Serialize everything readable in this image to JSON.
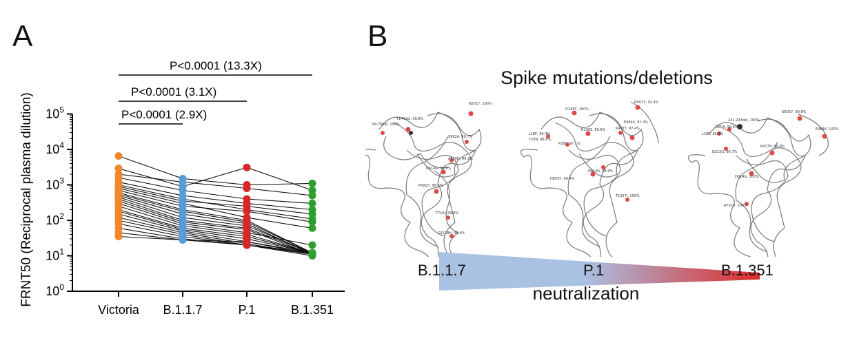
{
  "panels": {
    "a": "A",
    "b": "B"
  },
  "chart_data": {
    "type": "line",
    "ylabel": "FRNT50 (Reciprocal plasma dilution)",
    "yscale": "log",
    "ylim": [
      1,
      100000
    ],
    "yticks": [
      {
        "value": 1,
        "base": "10",
        "exp": "0"
      },
      {
        "value": 10,
        "base": "10",
        "exp": "1"
      },
      {
        "value": 100,
        "base": "10",
        "exp": "2"
      },
      {
        "value": 1000,
        "base": "10",
        "exp": "3"
      },
      {
        "value": 10000,
        "base": "10",
        "exp": "4"
      },
      {
        "value": 100000,
        "base": "10",
        "exp": "5"
      }
    ],
    "categories": [
      "Victoria",
      "B.1.1.7",
      "P.1",
      "B.1.351"
    ],
    "colors": [
      "#f0872a",
      "#5b9bd5",
      "#d62728",
      "#2ca02c"
    ],
    "subjects": [
      [
        6500,
        1500,
        1000,
        1100
      ],
      [
        2900,
        900,
        3100,
        700
      ],
      [
        2000,
        1200,
        800,
        500
      ],
      [
        1600,
        700,
        400,
        300
      ],
      [
        1200,
        500,
        300,
        200
      ],
      [
        1000,
        400,
        200,
        110
      ],
      [
        900,
        350,
        250,
        150
      ],
      [
        800,
        300,
        120,
        60
      ],
      [
        700,
        250,
        180,
        90
      ],
      [
        600,
        200,
        100,
        12
      ],
      [
        550,
        180,
        90,
        12
      ],
      [
        500,
        150,
        80,
        11
      ],
      [
        450,
        120,
        70,
        12
      ],
      [
        400,
        100,
        60,
        12
      ],
      [
        350,
        90,
        55,
        11
      ],
      [
        300,
        80,
        45,
        20
      ],
      [
        250,
        70,
        40,
        12
      ],
      [
        200,
        60,
        35,
        12
      ],
      [
        180,
        55,
        30,
        12
      ],
      [
        150,
        50,
        25,
        12
      ],
      [
        120,
        45,
        22,
        11
      ],
      [
        100,
        40,
        20,
        12
      ],
      [
        80,
        35,
        20,
        12
      ],
      [
        60,
        30,
        20,
        11
      ],
      [
        45,
        28,
        20,
        10
      ],
      [
        35,
        28,
        25,
        11
      ]
    ],
    "comparisons": [
      {
        "label": "P<0.0001 (2.9X)",
        "from": 0,
        "to": 1
      },
      {
        "label": "P<0.0001 (3.1X)",
        "from": 0,
        "to": 2
      },
      {
        "label": "P<0.0001 (13.3X)",
        "from": 0,
        "to": 3
      }
    ]
  },
  "panelB": {
    "title": "Spike mutations/deletions",
    "structures": [
      {
        "variant": "B.1.1.7",
        "mutations": [
          "69-70del, 100%",
          "Y144del, 99.8%",
          "N501Y, 100%",
          "S982A, 99.7%",
          "A570D, 99.9%",
          "D614G, 99.9%",
          "P681H, 99.9%",
          "T716I, 99.8%",
          "D1118H, 99.9%"
        ]
      },
      {
        "variant": "P.1",
        "mutations": [
          "D138Y, 100%",
          "N501Y, 92.4%",
          "L18F, 99.4%",
          "T20N, 98.8%",
          "P26S, 97.1%",
          "R190S, 99.6%",
          "E484K, 92.4%",
          "K417T, 97.4%",
          "H655Y, 99.4%",
          "D614G, 99.9%",
          "T1027I, 100%"
        ]
      },
      {
        "variant": "B.1.351",
        "mutations": [
          "N501Y, 99.8%",
          "241-243del, 100%",
          "D80A, 99.6%",
          "E484K, 100%",
          "L18F, 36.8%",
          "D215G, 96.7%",
          "K417N, 99.8%",
          "D614G, 100%",
          "A701V, 100%"
        ]
      }
    ],
    "gradient_labels": [
      "B.1.1.7",
      "P.1",
      "B.1.351"
    ],
    "gradient_caption": "neutralization",
    "gradient_colors": [
      "#a9c1e3",
      "#dc2b2b"
    ]
  }
}
